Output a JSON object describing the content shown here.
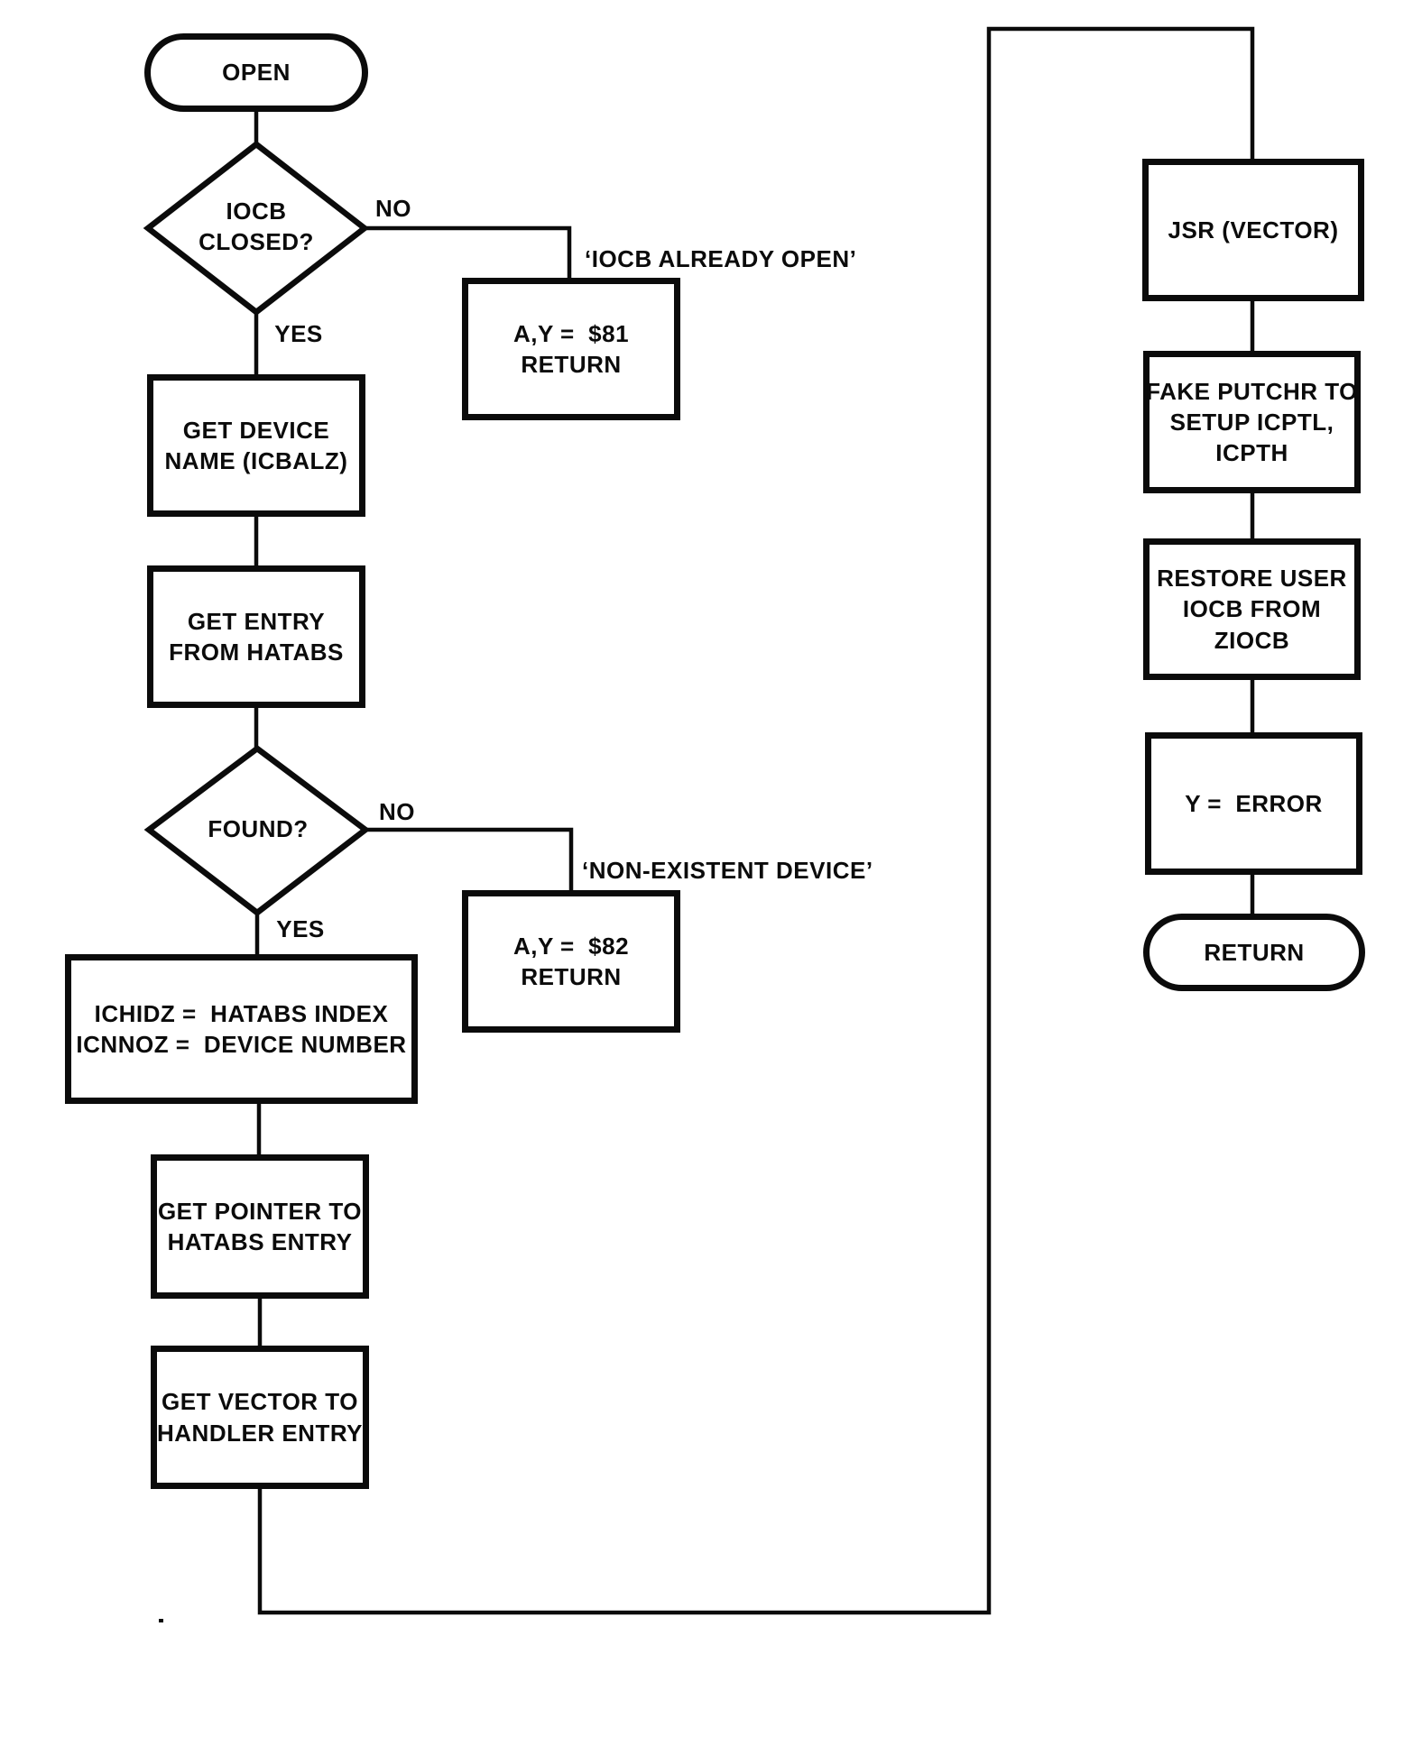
{
  "page": {
    "description": "OPEN routine flowchart",
    "background_color": "#ffffff",
    "ink_color": "#0b0b0b"
  },
  "nodes": {
    "open": {
      "type": "terminal",
      "label": "OPEN"
    },
    "iocb_closed": {
      "type": "decision",
      "label": "IOCB\nCLOSED?"
    },
    "iocb_already_open_note": {
      "type": "annotation",
      "label": "‘IOCB ALREADY OPEN’"
    },
    "return_81": {
      "type": "process",
      "label": "A,Y =  $81\nRETURN"
    },
    "get_device_name": {
      "type": "process",
      "label": "GET DEVICE\nNAME (ICBALZ)"
    },
    "get_entry_from_hatabs": {
      "type": "process",
      "label": "GET ENTRY\nFROM HATABS"
    },
    "found": {
      "type": "decision",
      "label": "FOUND?"
    },
    "non_existent_device_note": {
      "type": "annotation",
      "label": "‘NON-EXISTENT DEVICE’"
    },
    "return_82": {
      "type": "process",
      "label": "A,Y =  $82\nRETURN"
    },
    "ichidz_icnnoz": {
      "type": "process",
      "label": "ICHIDZ =  HATABS INDEX\nICNNOZ =  DEVICE NUMBER"
    },
    "get_pointer_to_hatabs": {
      "type": "process",
      "label": "GET POINTER TO\nHATABS ENTRY"
    },
    "get_vector_to_handler": {
      "type": "process",
      "label": "GET VECTOR TO\nHANDLER ENTRY"
    },
    "jsr_vector": {
      "type": "process",
      "label": "JSR (VECTOR)"
    },
    "fake_putchr": {
      "type": "process",
      "label": "FAKE PUTCHR TO\nSETUP ICPTL,\nICPTH"
    },
    "restore_user_iocb": {
      "type": "process",
      "label": "RESTORE USER\nIOCB FROM\nZIOCB"
    },
    "y_error": {
      "type": "process",
      "label": "Y =  ERROR"
    },
    "return_end": {
      "type": "terminal",
      "label": "RETURN"
    }
  },
  "edge_labels": {
    "iocb_closed_no": "NO",
    "iocb_closed_yes": "YES",
    "found_no": "NO",
    "found_yes": "YES"
  }
}
